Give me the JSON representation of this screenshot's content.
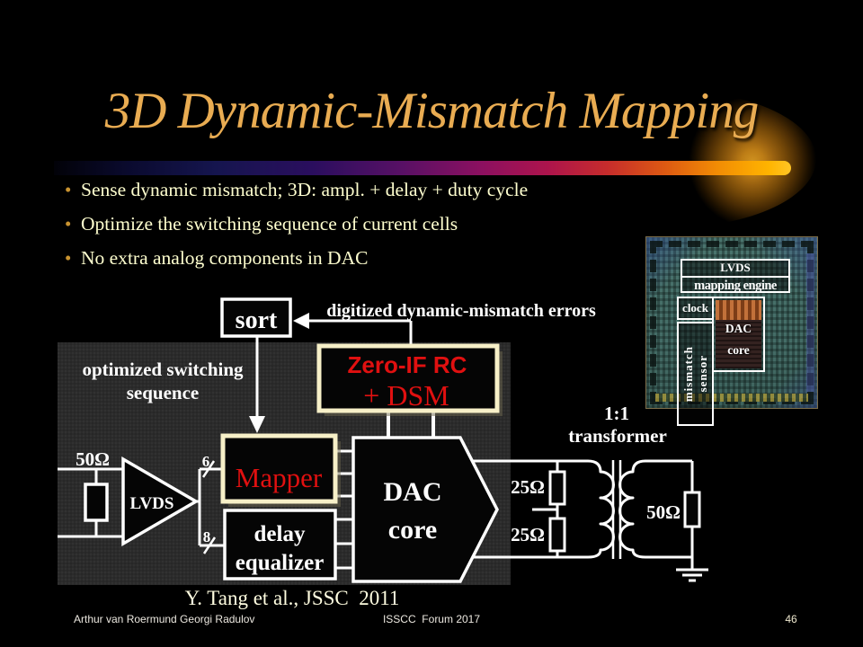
{
  "title": "3D Dynamic-Mismatch Mapping",
  "bullets": [
    "Sense dynamic mismatch; 3D: ampl. + delay + duty cycle",
    "Optimize the switching sequence of current cells",
    "No extra analog components in DAC"
  ],
  "citation": "Y. Tang et al., JSSC  2011",
  "footer": {
    "authors": "Arthur van Roermund Georgi Radulov",
    "event": "ISSCC  Forum 2017",
    "page": "46"
  },
  "diagram": {
    "sort": "sort",
    "digitized": "digitized dynamic-mismatch errors",
    "optimized1": "optimized switching",
    "optimized2": "sequence",
    "zeroif1": "Zero-IF RC",
    "zeroif2": "+ DSM",
    "mapper": "Mapper",
    "delay1": "delay",
    "delay2": "equalizer",
    "dac1": "DAC",
    "dac2": "core",
    "lvds": "LVDS",
    "r50in": "50Ω",
    "bus6": "6",
    "bus8": "8",
    "r25top": "25Ω",
    "r25bot": "25Ω",
    "xfmr1": "1:1",
    "xfmr2": "transformer",
    "r50out": "50Ω"
  },
  "chip": {
    "lvds": "LVDS",
    "mapping": "mapping engine",
    "clock": "clock",
    "mismatch1": "mismatch",
    "mismatch2": "sensor",
    "dac1": "DAC",
    "dac2": "core"
  },
  "colors": {
    "title_gold": "#e9ac52",
    "bullet_cream": "#ffffcf",
    "red_text": "#e01010",
    "cream_border": "#f7f0c8",
    "bar_yellow": "#ffb400",
    "bar_magenta": "#a8125a",
    "bar_blue": "#15154e",
    "panel_gray": "#2b2b2b"
  }
}
